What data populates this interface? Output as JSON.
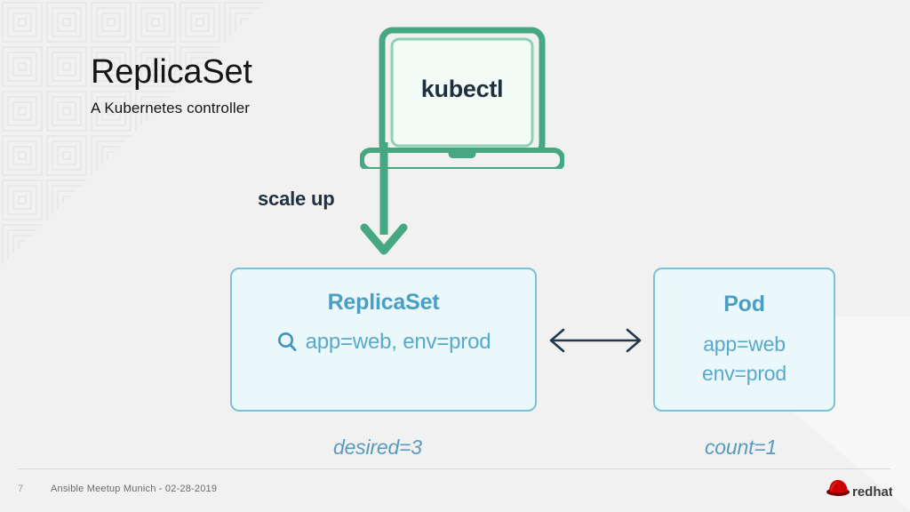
{
  "slide": {
    "background_color": "#f1f1f1",
    "title": "ReplicaSet",
    "subtitle": "A Kubernetes controller"
  },
  "diagram": {
    "laptop": {
      "label": "kubectl",
      "color": "#45a882",
      "screen_fill": "#f3fbf7"
    },
    "scale_arrow": {
      "label": "scale up",
      "color": "#45a882",
      "direction": "down"
    },
    "link_arrow": {
      "color": "#24384b",
      "direction": "bidirectional"
    },
    "boxes": [
      {
        "id": "replicaset",
        "title": "ReplicaSet",
        "selector_icon": "search-icon",
        "selector_text": "app=web, env=prod",
        "caption": "desired=3",
        "border_color": "#7cc1d6",
        "fill_color": "#eaf7fb",
        "title_color": "#4a9ec4"
      },
      {
        "id": "pod",
        "title": "Pod",
        "labels": [
          "app=web",
          "env=prod"
        ],
        "caption": "count=1",
        "border_color": "#7cc1d6",
        "fill_color": "#eaf7fb",
        "title_color": "#4a9ec4"
      }
    ]
  },
  "footer": {
    "page_number": "7",
    "text": "Ansible Meetup Munich - 02-28-2019",
    "logo_text": "redhat.",
    "logo_color": "#cc0000"
  }
}
